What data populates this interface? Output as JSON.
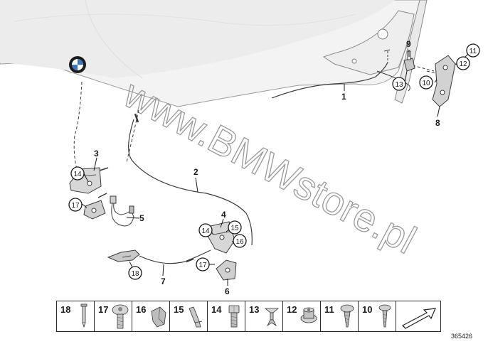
{
  "watermark": "www.BMWstore.pl",
  "parts": {
    "p1": "1",
    "p2": "2",
    "p3": "3",
    "p4": "4",
    "p5": "5",
    "p6": "6",
    "p7": "7",
    "p8": "8",
    "p9": "9"
  },
  "callouts": {
    "c10": "10",
    "c11": "11",
    "c12": "12",
    "c13": "13",
    "c14a": "14",
    "c14b": "14",
    "c15": "15",
    "c16": "16",
    "c17a": "17",
    "c17b": "17",
    "c18": "18"
  },
  "legend": [
    "18",
    "17",
    "16",
    "15",
    "14",
    "13",
    "12",
    "11",
    "10"
  ],
  "document_number": "365426"
}
